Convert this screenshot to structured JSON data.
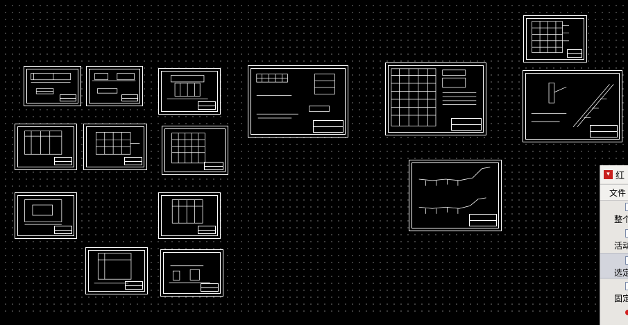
{
  "app": {
    "view": "CAD model space with drawing sheets"
  },
  "plot_dialog": {
    "title": "红",
    "menu_file": "文件",
    "options": [
      {
        "label": "整个",
        "selected": false
      },
      {
        "label": "活动",
        "selected": false
      },
      {
        "label": "选定",
        "selected": true
      },
      {
        "label": "固定",
        "selected": false
      }
    ],
    "accent_color": "#c8201e"
  },
  "colors": {
    "background": "#000000",
    "grid_dot": "#8a8a8a",
    "linework": "#ffffff"
  }
}
